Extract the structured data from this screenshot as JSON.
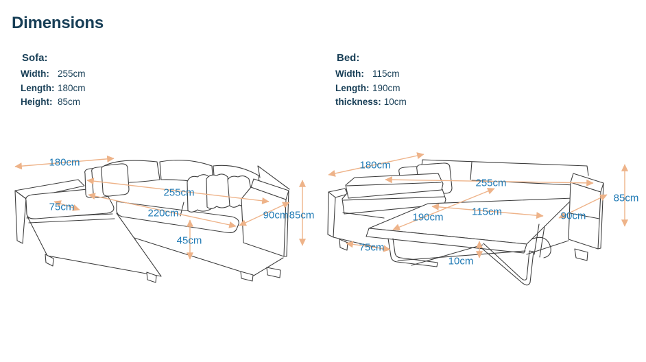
{
  "title": "Dimensions",
  "sofa_spec": {
    "heading": "Sofa:",
    "rows": [
      {
        "label": "Width:",
        "value": "255cm"
      },
      {
        "label": "Length:",
        "value": "180cm"
      },
      {
        "label": "Height:",
        "value": "85cm"
      }
    ]
  },
  "bed_spec": {
    "heading": "Bed:",
    "rows": [
      {
        "label": "Width:",
        "value": "115cm"
      },
      {
        "label": "Length:",
        "value": "190cm"
      },
      {
        "label": "thickness:",
        "value": "10cm"
      }
    ]
  },
  "sofa_diagram": {
    "labels": {
      "length180": "180cm",
      "width255": "255cm",
      "chaise75": "75cm",
      "seat220": "220cm",
      "seatheight45": "45cm",
      "depth90": "90cm",
      "height85": "85cm"
    }
  },
  "bed_diagram": {
    "labels": {
      "length180": "180cm",
      "width255": "255cm",
      "bedwidth115": "115cm",
      "bedlength190": "190cm",
      "chaise75": "75cm",
      "thickness10": "10cm",
      "depth90": "90cm",
      "height85": "85cm"
    }
  },
  "colors": {
    "heading_navy": "#173e56",
    "dimension_label_blue": "#1e79b4",
    "arrow_orange": "#eeb389",
    "linework_gray": "#3e3e3e"
  }
}
